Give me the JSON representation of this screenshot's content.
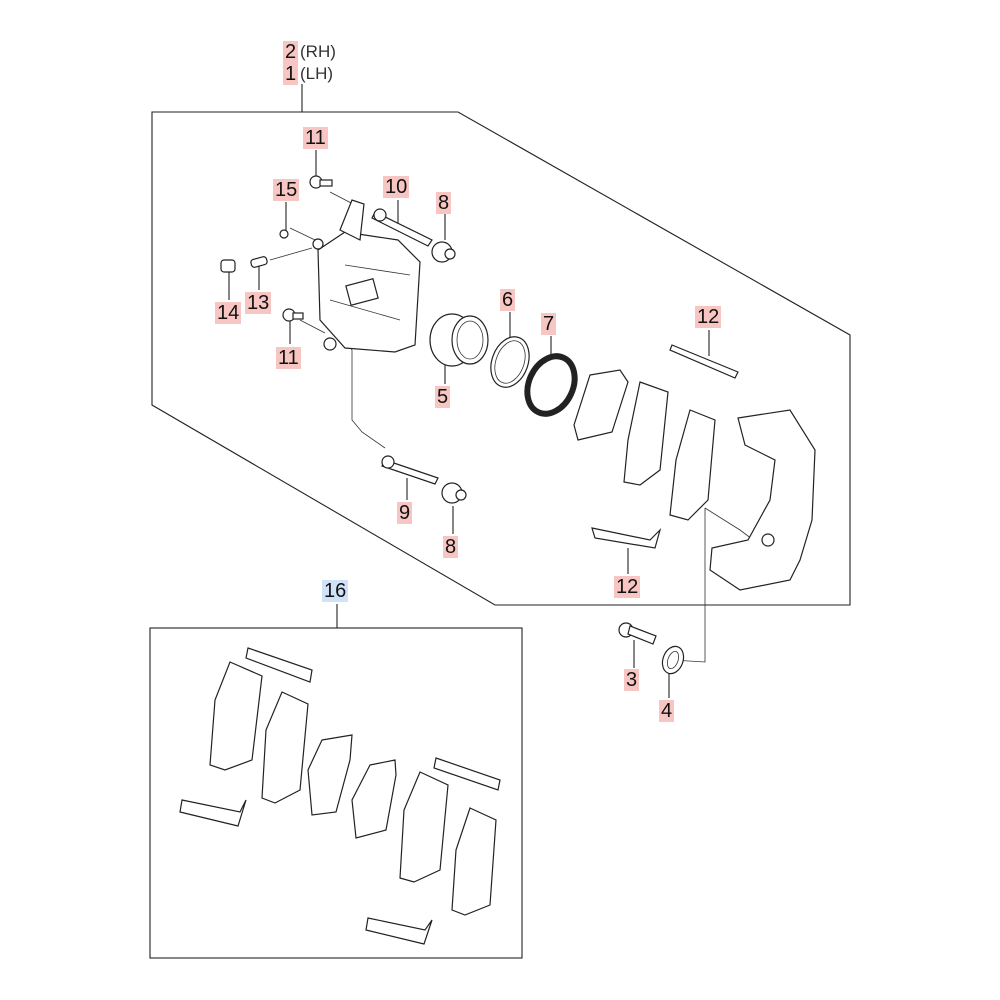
{
  "diagram": {
    "title_labels": [
      {
        "number": "2",
        "suffix": "(RH)"
      },
      {
        "number": "1",
        "suffix": "(LH)"
      }
    ],
    "callouts": [
      {
        "id": "c11a",
        "number": "11",
        "part": "bolt"
      },
      {
        "id": "c15",
        "number": "15",
        "part": "bleeder cap"
      },
      {
        "id": "c10",
        "number": "10",
        "part": "guide pin"
      },
      {
        "id": "c8a",
        "number": "8",
        "part": "guide pin boot"
      },
      {
        "id": "c14",
        "number": "14",
        "part": "cap"
      },
      {
        "id": "c13",
        "number": "13",
        "part": "bleeder screw"
      },
      {
        "id": "c11b",
        "number": "11",
        "part": "bolt"
      },
      {
        "id": "c6",
        "number": "6",
        "part": "piston seal"
      },
      {
        "id": "c7",
        "number": "7",
        "part": "piston boot"
      },
      {
        "id": "c5",
        "number": "5",
        "part": "piston"
      },
      {
        "id": "c12a",
        "number": "12",
        "part": "pad clip"
      },
      {
        "id": "c9",
        "number": "9",
        "part": "guide pin"
      },
      {
        "id": "c8b",
        "number": "8",
        "part": "guide pin boot"
      },
      {
        "id": "c12b",
        "number": "12",
        "part": "pad clip"
      },
      {
        "id": "c3",
        "number": "3",
        "part": "bolt"
      },
      {
        "id": "c4",
        "number": "4",
        "part": "washer"
      },
      {
        "id": "c16",
        "number": "16",
        "part": "pad kit"
      }
    ],
    "colors": {
      "callout_bg": "#f7c6c2",
      "kit_callout_bg": "#cfe2f7",
      "line": "#222222"
    }
  }
}
